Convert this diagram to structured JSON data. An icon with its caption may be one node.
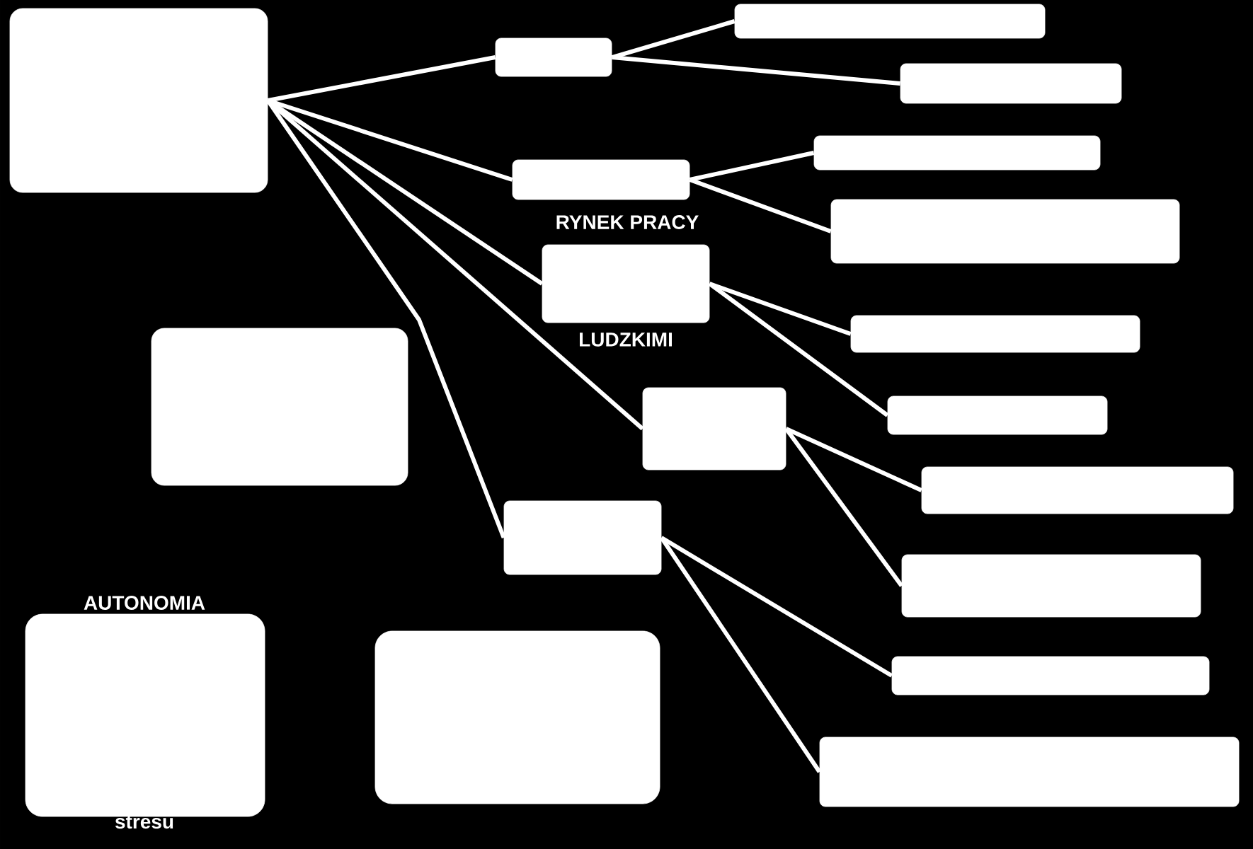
{
  "diagram": {
    "nodes": [
      {
        "text": [],
        "shape": "box"
      },
      {
        "text": [],
        "shape": "box"
      },
      {
        "text": [],
        "shape": "box"
      },
      {
        "text": [],
        "shape": "box"
      },
      {
        "text": [],
        "shape": "box",
        "beside": [
          "RYNEK PRACY"
        ]
      },
      {
        "text": [],
        "shape": "box"
      },
      {
        "text": [],
        "shape": "box"
      },
      {
        "text": [],
        "shape": "box",
        "beside": [
          "LUDZKIMI"
        ]
      },
      {
        "text": [],
        "shape": "box"
      },
      {
        "text": [],
        "shape": "box"
      },
      {
        "text": [],
        "shape": "box"
      },
      {
        "text": [],
        "shape": "box"
      },
      {
        "text": [],
        "shape": "box"
      },
      {
        "text": [],
        "shape": "box"
      },
      {
        "text": [],
        "shape": "box"
      },
      {
        "text": [],
        "shape": "box"
      },
      {
        "text": [],
        "shape": "box"
      },
      {
        "text": [],
        "shape": "box",
        "beside": [
          "AUTONOMIA",
          "stresu"
        ]
      },
      {
        "text": [],
        "shape": "box"
      }
    ],
    "edges": [
      {
        "from": 0,
        "to": 1,
        "arrow": "none"
      },
      {
        "from": 0,
        "to": 4,
        "arrow": "none"
      },
      {
        "from": 0,
        "to": 7,
        "arrow": "none"
      },
      {
        "from": 0,
        "to": 11,
        "arrow": "none"
      },
      {
        "from": 0,
        "to": 14,
        "arrow": "none"
      },
      {
        "from": 1,
        "to": 2,
        "arrow": "none"
      },
      {
        "from": 1,
        "to": 3,
        "arrow": "none"
      },
      {
        "from": 4,
        "to": 5,
        "arrow": "none"
      },
      {
        "from": 4,
        "to": 6,
        "arrow": "none"
      },
      {
        "from": 7,
        "to": 8,
        "arrow": "none"
      },
      {
        "from": 7,
        "to": 9,
        "arrow": "none"
      },
      {
        "from": 11,
        "to": 12,
        "arrow": "none"
      },
      {
        "from": 11,
        "to": 13,
        "arrow": "none"
      },
      {
        "from": 14,
        "to": 15,
        "arrow": "none"
      },
      {
        "from": 14,
        "to": 16,
        "arrow": "none"
      }
    ]
  }
}
